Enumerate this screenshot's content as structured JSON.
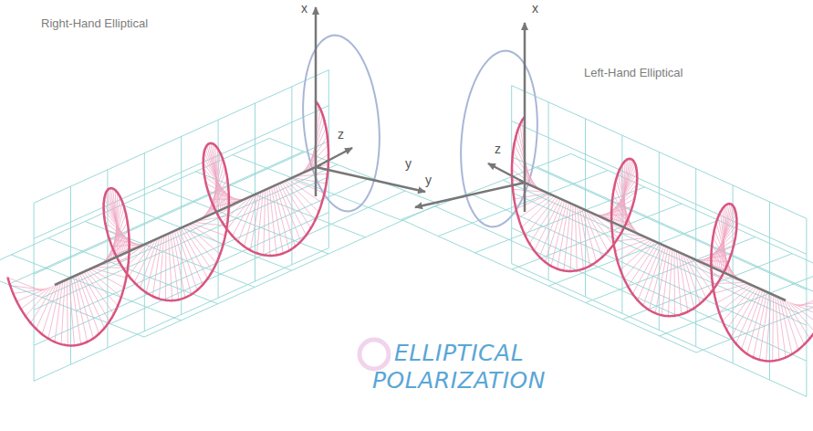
{
  "diagram": {
    "caption": "ELLIPTICAL POLARIZATION",
    "labels": [
      "Right-Hand Elliptical",
      "x",
      "z",
      "y",
      "Left-Hand Elliptical",
      "x",
      "z",
      "y"
    ]
  }
}
